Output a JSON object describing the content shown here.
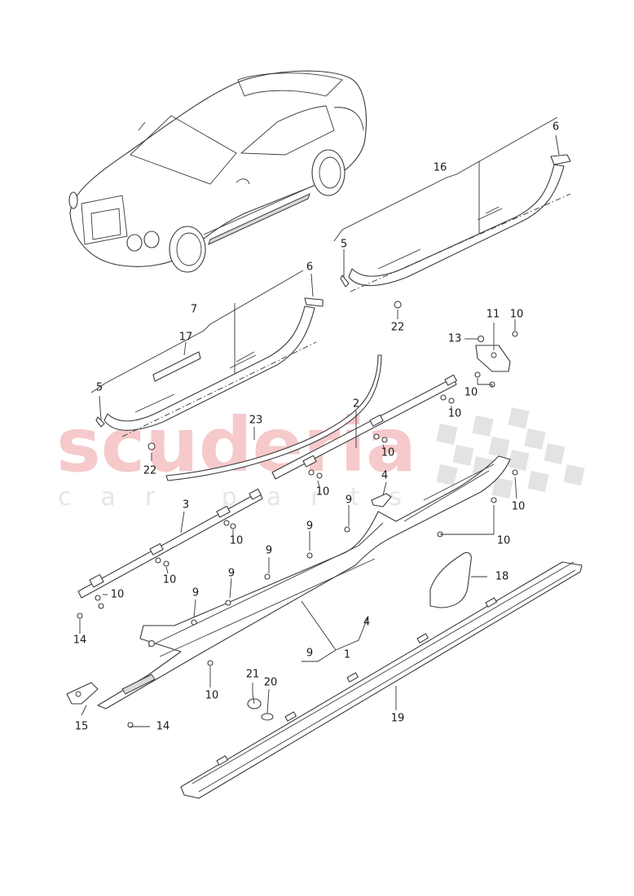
{
  "watermark": {
    "main": "scuderia",
    "sub": "car parts",
    "color": "#f6c9cb"
  },
  "callouts": [
    {
      "id": "c6a",
      "text": "6"
    },
    {
      "id": "c16",
      "text": "16"
    },
    {
      "id": "c5a",
      "text": "5"
    },
    {
      "id": "c22a",
      "text": "22"
    },
    {
      "id": "c6b",
      "text": "6"
    },
    {
      "id": "c7",
      "text": "7"
    },
    {
      "id": "c17",
      "text": "17"
    },
    {
      "id": "c11",
      "text": "11"
    },
    {
      "id": "c10a",
      "text": "10"
    },
    {
      "id": "c13",
      "text": "13"
    },
    {
      "id": "c10b",
      "text": "10"
    },
    {
      "id": "c5b",
      "text": "5"
    },
    {
      "id": "c22b",
      "text": "22"
    },
    {
      "id": "c2",
      "text": "2"
    },
    {
      "id": "c10c",
      "text": "10"
    },
    {
      "id": "c23",
      "text": "23"
    },
    {
      "id": "c10d",
      "text": "10"
    },
    {
      "id": "c10e",
      "text": "10"
    },
    {
      "id": "c4a",
      "text": "4"
    },
    {
      "id": "c10f",
      "text": "10"
    },
    {
      "id": "c3",
      "text": "3"
    },
    {
      "id": "c9a",
      "text": "9"
    },
    {
      "id": "c10g",
      "text": "10"
    },
    {
      "id": "c9b",
      "text": "9"
    },
    {
      "id": "c10h",
      "text": "10"
    },
    {
      "id": "c9c",
      "text": "9"
    },
    {
      "id": "c18",
      "text": "18"
    },
    {
      "id": "c10i",
      "text": "10"
    },
    {
      "id": "c9d",
      "text": "9"
    },
    {
      "id": "c9e",
      "text": "9"
    },
    {
      "id": "c14a",
      "text": "14"
    },
    {
      "id": "c4b",
      "text": "4"
    },
    {
      "id": "c9f",
      "text": "9"
    },
    {
      "id": "c1",
      "text": "1"
    },
    {
      "id": "c10j",
      "text": "10"
    },
    {
      "id": "c21",
      "text": "21"
    },
    {
      "id": "c20",
      "text": "20"
    },
    {
      "id": "c19",
      "text": "19"
    },
    {
      "id": "c15",
      "text": "15"
    },
    {
      "id": "c14b",
      "text": "14"
    },
    {
      "id": "c10k",
      "text": "10"
    }
  ]
}
